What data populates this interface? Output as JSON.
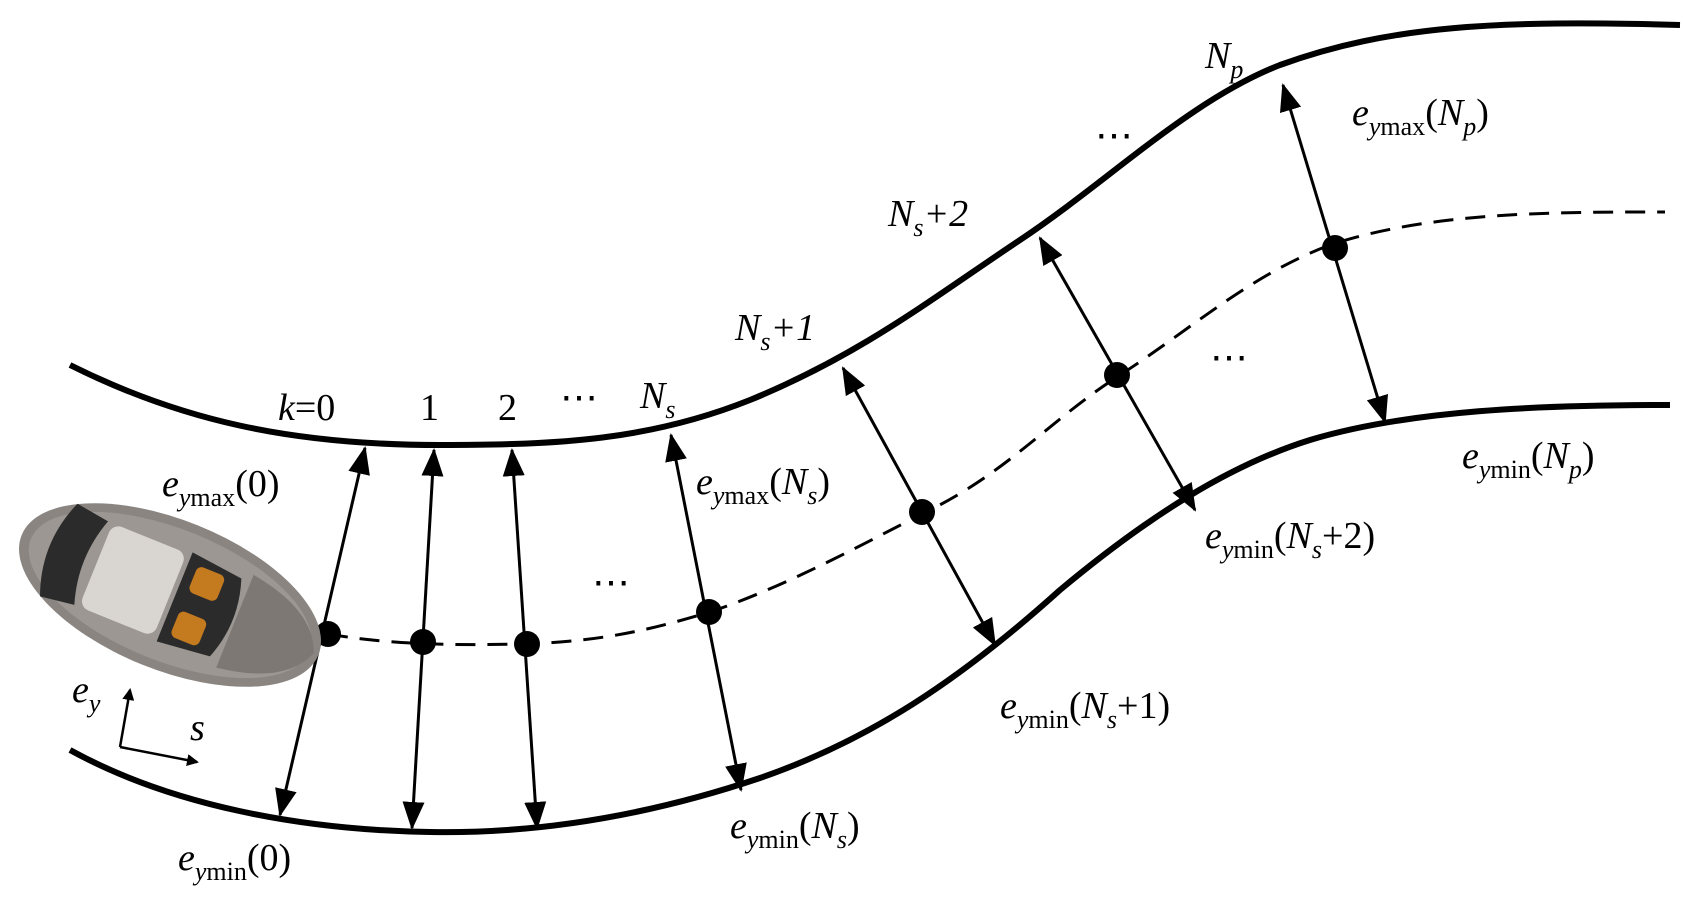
{
  "diagram": {
    "step_labels": {
      "k_var": "k",
      "k_eq": "=0",
      "one": "1",
      "two": "2",
      "dots": "⋯",
      "Ns_base": "N",
      "Ns_sub": "s",
      "Ns1_base": "N",
      "Ns1_sub": "s",
      "Ns1_suffix": "+1",
      "Ns2_base": "N",
      "Ns2_sub": "s",
      "Ns2_suffix": "+2",
      "Np_base": "N",
      "Np_sub": "p"
    },
    "bounds": {
      "e": "e",
      "y": "y",
      "max": "max",
      "min": "min",
      "zero": "(0)",
      "open": "(",
      "close": ")",
      "Ns_N": "N",
      "Ns_s": "s",
      "Np_N": "N",
      "Np_p": "p",
      "plus1": "+1)",
      "plus2": "+2)"
    },
    "axes": {
      "ey_e": "e",
      "ey_y": "y",
      "s": "s"
    },
    "colors": {
      "ink": "#000000",
      "car_body": "#8a8580",
      "car_glass": "#2b2b2b",
      "car_interior": "#c47a1e"
    }
  }
}
